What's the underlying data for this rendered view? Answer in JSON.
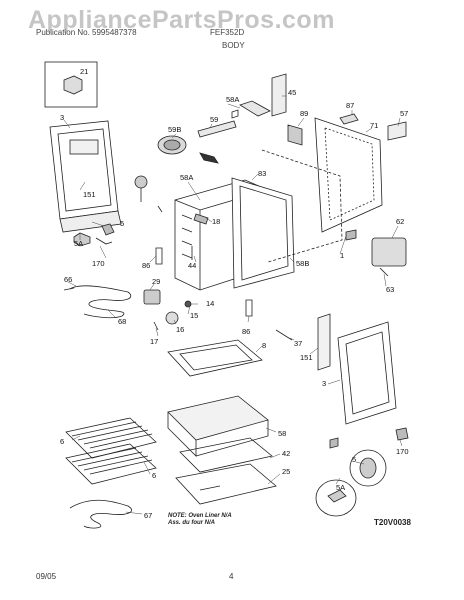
{
  "header": {
    "publication": "Publication No. 5995487378",
    "model": "FEF352D",
    "section": "BODY"
  },
  "watermark": "AppliancePartsPros.com",
  "callouts": {
    "c21": "21",
    "c3": "3",
    "c151": "151",
    "c5": "5",
    "c5a": "5A",
    "c170": "170",
    "c66": "66",
    "c68": "68",
    "c45": "45",
    "c58a": "58A",
    "c59": "59",
    "c59b": "59B",
    "c87": "87",
    "c57": "57",
    "c89": "89",
    "c71": "71",
    "c83": "83",
    "c58a2": "58A",
    "c18": "18",
    "c44": "44",
    "c86": "86",
    "c58b": "58B",
    "c62": "62",
    "c1": "1",
    "c63": "63",
    "c29": "29",
    "c14": "14",
    "c15": "15",
    "c16": "16",
    "c17": "17",
    "c862": "86",
    "c37": "37",
    "c1512": "151",
    "c8": "8",
    "c32": "3",
    "c58": "58",
    "c42": "42",
    "c25": "25",
    "c6": "6",
    "c62b": "6",
    "c67": "67",
    "c52": "5",
    "c5a2": "5A",
    "c1702": "170"
  },
  "note": {
    "line1": "NOTE: Oven Liner N/A",
    "line2": "Ass. du four N/A"
  },
  "drawing_code": "T20V0038",
  "footer": {
    "date": "09/05",
    "page": "4"
  }
}
